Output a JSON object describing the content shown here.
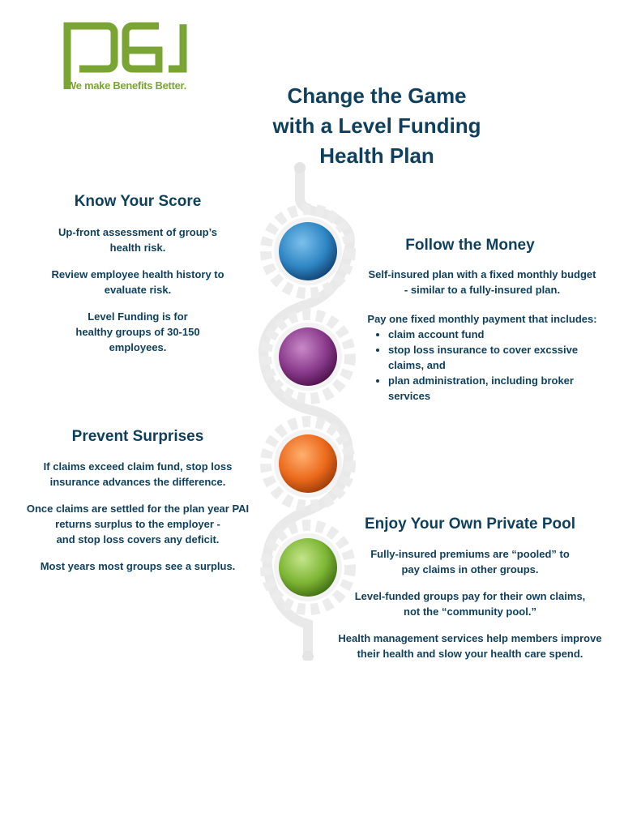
{
  "logo": {
    "text": "pai",
    "tagline": "We make Benefits Better."
  },
  "title": [
    "Change the Game",
    "with a Level Funding",
    "Health Plan"
  ],
  "sections": {
    "know": {
      "heading": "Know Your Score",
      "p1": [
        "Up-front assessment of group’s",
        "health risk."
      ],
      "p2": [
        "Review employee health history to",
        "evaluate risk."
      ],
      "p3": [
        "Level Funding is for",
        "healthy groups of 30-150",
        "employees."
      ]
    },
    "money": {
      "heading": "Follow the Money",
      "p1": [
        "Self-insured plan with a fixed monthly budget",
        "- similar to a fully-insured plan."
      ],
      "p2": "Pay one fixed monthly payment that includes:",
      "bullets": [
        "claim account fund",
        "stop loss insurance to cover excssive claims, and",
        "plan administration, including broker services"
      ]
    },
    "surprises": {
      "heading": "Prevent Surprises",
      "p1": [
        "If claims exceed claim fund, stop loss",
        "insurance advances the difference."
      ],
      "p2": [
        "Once claims are settled for the plan year PAI",
        "returns surplus to the employer -",
        "and stop loss covers any deficit."
      ],
      "p3": "Most  years most groups see a surplus."
    },
    "pool": {
      "heading": "Enjoy Your Own Private Pool",
      "p1": [
        "Fully-insured premiums are “pooled” to",
        "pay claims in other groups."
      ],
      "p2": [
        "Level-funded groups pay for their own claims,",
        "not the “community pool.”"
      ],
      "p3": [
        "Health management services help members improve",
        "their health and slow your health care spend."
      ]
    }
  },
  "colors": {
    "text": "#0e3f5c",
    "logo": "#7aa535",
    "blue": "#2f86c4",
    "purple": "#8a3a8c",
    "orange": "#ec6a1c",
    "green": "#7db534"
  }
}
